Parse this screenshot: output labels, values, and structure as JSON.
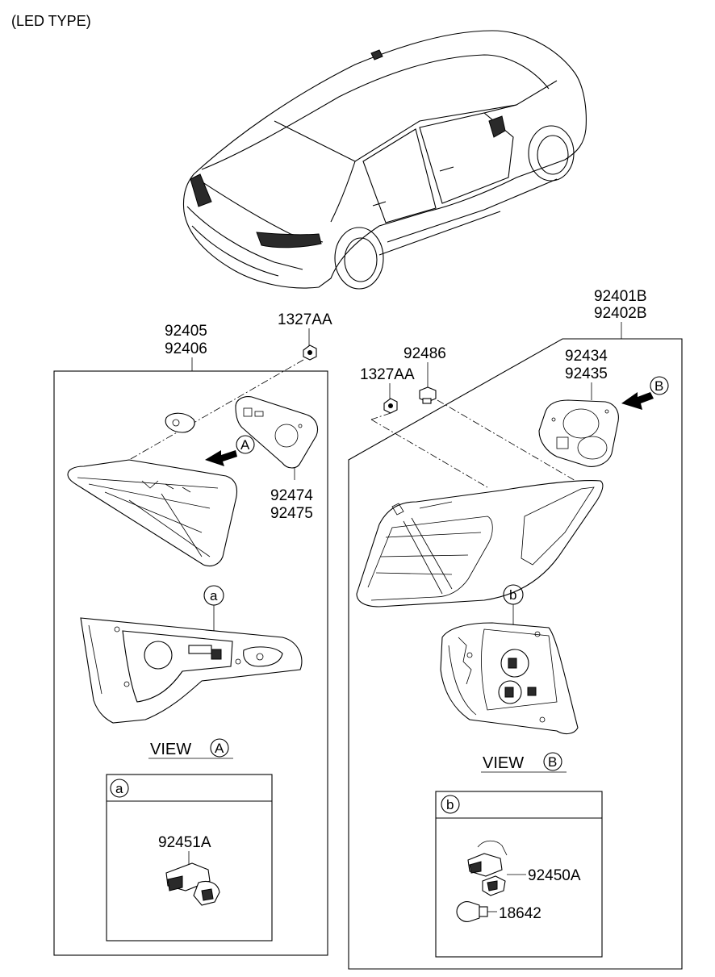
{
  "title": "(LED TYPE)",
  "labels": {
    "p92405": "92405",
    "p92406": "92406",
    "p1327AA_left": "1327AA",
    "p92474": "92474",
    "p92475": "92475",
    "p92401B": "92401B",
    "p92402B": "92402B",
    "p92486": "92486",
    "p1327AA_right": "1327AA",
    "p92434": "92434",
    "p92435": "92435",
    "p92451A": "92451A",
    "p92450A": "92450A",
    "p18642": "18642"
  },
  "views": {
    "view_a_text": "VIEW",
    "view_a_letter": "A",
    "view_b_text": "VIEW",
    "view_b_letter": "B"
  },
  "callouts": {
    "arrow_a": "A",
    "arrow_b": "B",
    "bubble_a": "a",
    "bubble_b": "b",
    "detail_a": "a",
    "detail_b": "b"
  }
}
